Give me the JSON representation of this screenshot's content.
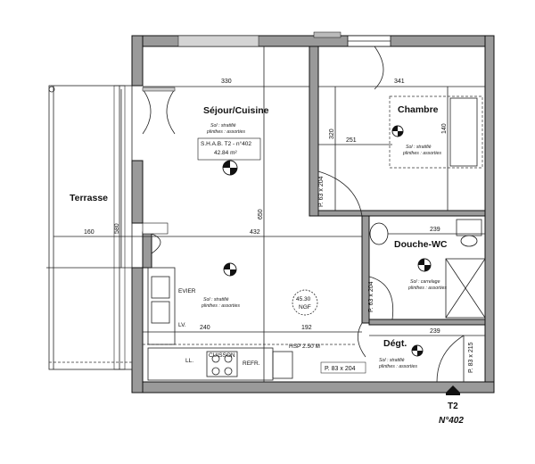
{
  "rooms": {
    "sejour": {
      "name": "Séjour/Cuisine",
      "floor_note": "Sol : stratifié",
      "plinth_note": "plinthes : assorties",
      "shab": "S.H.A.B. T2 - n°402",
      "area": "42.84 m²"
    },
    "chambre": {
      "name": "Chambre",
      "floor_note": "Sol : stratifié",
      "plinth_note": "plinthes : assorties"
    },
    "terrasse": {
      "name": "Terrasse"
    },
    "douche": {
      "name": "Douche-WC",
      "floor_note": "Sol : carrelage",
      "plinth_note": "plinthes : assorties"
    },
    "degt": {
      "name": "Dégt.",
      "floor_note": "Sol : stratifié",
      "plinth_note": "plinthes : assorties"
    },
    "cuisine_sol": {
      "floor_note": "Sol : stratifié",
      "plinth_note": "plinthes : assorties"
    }
  },
  "dimensions": {
    "d330": "330",
    "d341": "341",
    "d320": "320",
    "d251": "251",
    "d140": "140",
    "d650": "650",
    "d432": "432",
    "d160": "160",
    "d580": "580",
    "d239a": "239",
    "d239b": "239",
    "d240": "240",
    "d192": "192"
  },
  "labels": {
    "evier": "EVIER",
    "lv": "LV.",
    "cuisson": "CUISSON",
    "ll": "LL.",
    "refr": "REFR.",
    "area_ngf": "45.30",
    "ngf": "NGF",
    "hsp": "HSP 2.50 M",
    "door_p1": "P. 83 x 204",
    "door_p2": "P. 83 x 215",
    "door_p3": "P. 63 x 204",
    "door_p4": "P. 63 x 204"
  },
  "apartment": {
    "type": "T2",
    "number": "N°402"
  }
}
